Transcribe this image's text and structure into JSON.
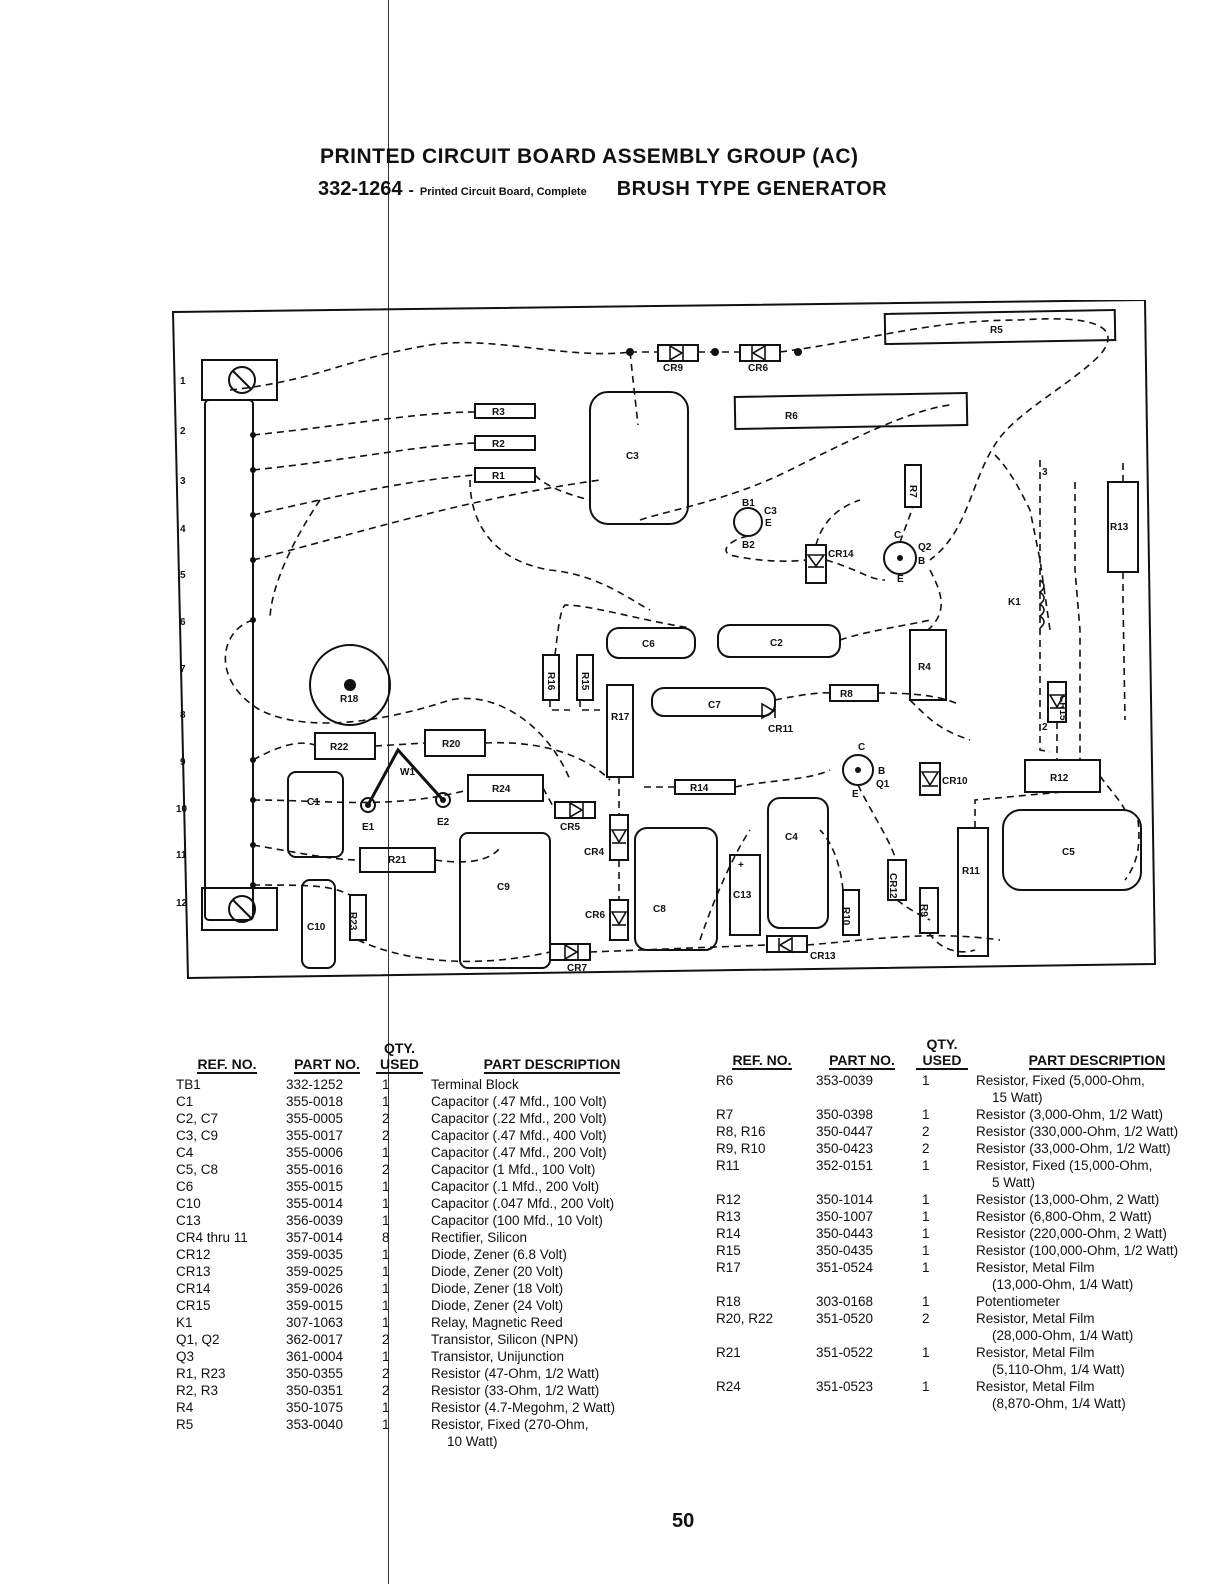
{
  "title": "PRINTED CIRCUIT BOARD ASSEMBLY GROUP (AC)",
  "subtitle": {
    "part_number": "332-1264",
    "separator": "-",
    "part_desc": "Printed Circuit Board, Complete",
    "generator": "BRUSH TYPE GENERATOR"
  },
  "diagram_labels": {
    "terminals": [
      "1",
      "2",
      "3",
      "4",
      "5",
      "6",
      "7",
      "8",
      "9",
      "10",
      "11",
      "12"
    ],
    "R5": "R5",
    "R6": "R6",
    "R3": "R3",
    "R2": "R2",
    "R1": "R1",
    "C3": "C3",
    "CR9": "CR9",
    "CR6_top": "CR6",
    "R7": "R7",
    "R13": "R13",
    "B1": "B1",
    "B2": "B2",
    "C3E": "C3",
    "E_top": "E",
    "CR14": "CR14",
    "Q2": "Q2",
    "C_q2": "C",
    "B_q2": "B",
    "E_q2": "E",
    "K1": "K1",
    "R16": "R16",
    "R15": "R15",
    "C6": "C6",
    "C2": "C2",
    "R4": "R4",
    "R18": "R18",
    "C7": "C7",
    "R17": "R17",
    "R8": "R8",
    "CR15": "CR15",
    "CR11": "CR11",
    "R22": "R22",
    "R20": "R20",
    "W1": "W1",
    "C1": "C1",
    "R24": "R24",
    "E1": "E1",
    "E2": "E2",
    "R14": "R14",
    "C_q1": "C",
    "B_q1": "B",
    "E_q1": "E",
    "Q1": "Q1",
    "CR10": "CR10",
    "R12": "R12",
    "CR5": "CR5",
    "CR4": "CR4",
    "C4": "C4",
    "R21": "R21",
    "C9": "C9",
    "C5": "C5",
    "R11": "R11",
    "C13": "C13",
    "C8": "C8",
    "CR6": "CR6",
    "CR12": "CR12",
    "C10": "C10",
    "R23": "R23",
    "R10": "R10",
    "R9": "R9",
    "CR7": "CR7",
    "CR13": "CR13",
    "plus": "+",
    "num3": "3",
    "num2": "2"
  },
  "table_headers": {
    "ref": "REF. NO.",
    "part": "PART NO.",
    "qty": "QTY. USED",
    "desc": "PART DESCRIPTION"
  },
  "left_table": [
    {
      "ref": "TB1",
      "part": "332-1252",
      "qty": "1",
      "desc": "Terminal Block"
    },
    {
      "ref": "C1",
      "part": "355-0018",
      "qty": "1",
      "desc": "Capacitor (.47 Mfd., 100 Volt)"
    },
    {
      "ref": "C2, C7",
      "part": "355-0005",
      "qty": "2",
      "desc": "Capacitor (.22 Mfd., 200 Volt)"
    },
    {
      "ref": "C3, C9",
      "part": "355-0017",
      "qty": "2",
      "desc": "Capacitor (.47 Mfd., 400 Volt)"
    },
    {
      "ref": "C4",
      "part": "355-0006",
      "qty": "1",
      "desc": "Capacitor (.47 Mfd., 200 Volt)"
    },
    {
      "ref": "C5, C8",
      "part": "355-0016",
      "qty": "2",
      "desc": "Capacitor (1 Mfd., 100 Volt)"
    },
    {
      "ref": "C6",
      "part": "355-0015",
      "qty": "1",
      "desc": "Capacitor (.1 Mfd., 200 Volt)"
    },
    {
      "ref": "C10",
      "part": "355-0014",
      "qty": "1",
      "desc": "Capacitor (.047 Mfd., 200 Volt)"
    },
    {
      "ref": "C13",
      "part": "356-0039",
      "qty": "1",
      "desc": "Capacitor (100 Mfd., 10 Volt)"
    },
    {
      "ref": "CR4 thru 11",
      "part": "357-0014",
      "qty": "8",
      "desc": "Rectifier, Silicon"
    },
    {
      "ref": "CR12",
      "part": "359-0035",
      "qty": "1",
      "desc": "Diode, Zener (6.8 Volt)"
    },
    {
      "ref": "CR13",
      "part": "359-0025",
      "qty": "1",
      "desc": "Diode, Zener (20 Volt)"
    },
    {
      "ref": "CR14",
      "part": "359-0026",
      "qty": "1",
      "desc": "Diode, Zener (18 Volt)"
    },
    {
      "ref": "CR15",
      "part": "359-0015",
      "qty": "1",
      "desc": "Diode, Zener (24 Volt)"
    },
    {
      "ref": "K1",
      "part": "307-1063",
      "qty": "1",
      "desc": "Relay, Magnetic Reed"
    },
    {
      "ref": "Q1, Q2",
      "part": "362-0017",
      "qty": "2",
      "desc": "Transistor, Silicon (NPN)"
    },
    {
      "ref": "Q3",
      "part": "361-0004",
      "qty": "1",
      "desc": "Transistor, Unijunction"
    },
    {
      "ref": "R1, R23",
      "part": "350-0355",
      "qty": "2",
      "desc": "Resistor (47-Ohm, 1/2 Watt)"
    },
    {
      "ref": "R2, R3",
      "part": "350-0351",
      "qty": "2",
      "desc": "Resistor (33-Ohm, 1/2 Watt)"
    },
    {
      "ref": "R4",
      "part": "350-1075",
      "qty": "1",
      "desc": "Resistor (4.7-Megohm, 2 Watt)"
    },
    {
      "ref": "R5",
      "part": "353-0040",
      "qty": "1",
      "desc": "Resistor, Fixed (270-Ohm,",
      "desc2": "10 Watt)"
    }
  ],
  "right_table": [
    {
      "ref": "R6",
      "part": "353-0039",
      "qty": "1",
      "desc": "Resistor, Fixed (5,000-Ohm,",
      "desc2": "15 Watt)"
    },
    {
      "ref": "R7",
      "part": "350-0398",
      "qty": "1",
      "desc": "Resistor (3,000-Ohm, 1/2 Watt)"
    },
    {
      "ref": "R8, R16",
      "part": "350-0447",
      "qty": "2",
      "desc": "Resistor (330,000-Ohm, 1/2 Watt)"
    },
    {
      "ref": "R9, R10",
      "part": "350-0423",
      "qty": "2",
      "desc": "Resistor (33,000-Ohm, 1/2 Watt)"
    },
    {
      "ref": "R11",
      "part": "352-0151",
      "qty": "1",
      "desc": "Resistor, Fixed (15,000-Ohm,",
      "desc2": "5 Watt)"
    },
    {
      "ref": "R12",
      "part": "350-1014",
      "qty": "1",
      "desc": "Resistor (13,000-Ohm, 2 Watt)"
    },
    {
      "ref": "R13",
      "part": "350-1007",
      "qty": "1",
      "desc": "Resistor (6,800-Ohm, 2 Watt)"
    },
    {
      "ref": "R14",
      "part": "350-0443",
      "qty": "1",
      "desc": "Resistor (220,000-Ohm, 2 Watt)"
    },
    {
      "ref": "R15",
      "part": "350-0435",
      "qty": "1",
      "desc": "Resistor (100,000-Ohm, 1/2 Watt)"
    },
    {
      "ref": "R17",
      "part": "351-0524",
      "qty": "1",
      "desc": "Resistor, Metal Film",
      "desc2": "(13,000-Ohm, 1/4 Watt)"
    },
    {
      "ref": "R18",
      "part": "303-0168",
      "qty": "1",
      "desc": "Potentiometer"
    },
    {
      "ref": "R20, R22",
      "part": "351-0520",
      "qty": "2",
      "desc": "Resistor, Metal Film",
      "desc2": "(28,000-Ohm, 1/4 Watt)"
    },
    {
      "ref": "R21",
      "part": "351-0522",
      "qty": "1",
      "desc": "Resistor, Metal Film",
      "desc2": "(5,110-Ohm, 1/4 Watt)"
    },
    {
      "ref": "R24",
      "part": "351-0523",
      "qty": "1",
      "desc": "Resistor, Metal Film",
      "desc2": "(8,870-Ohm, 1/4 Watt)"
    }
  ],
  "page_number": "50"
}
